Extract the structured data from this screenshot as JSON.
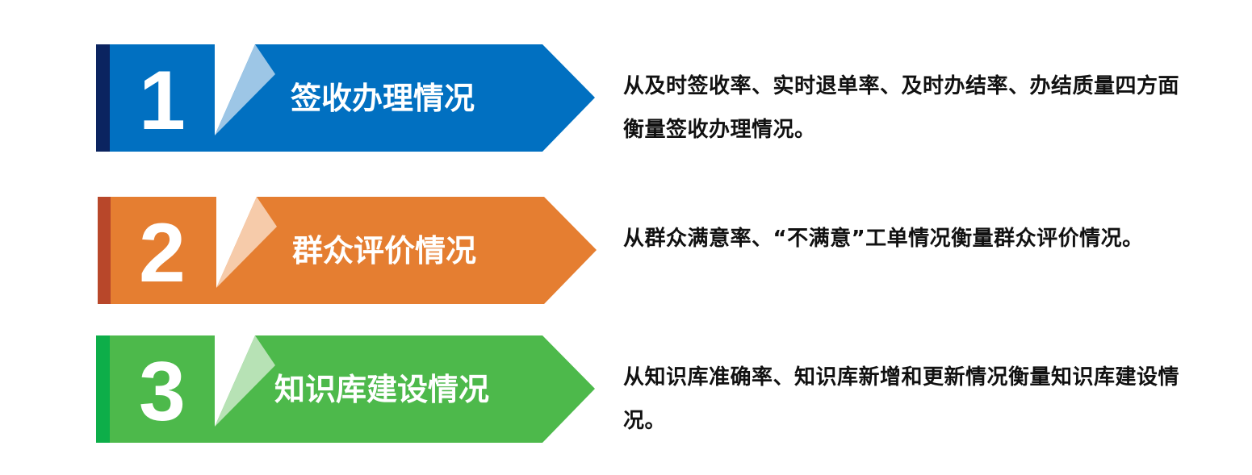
{
  "items": [
    {
      "number": "1",
      "title": "签收办理情况",
      "description": "从及时签收率、实时退单率、及时办结率、办结质量四方面衡量签收办理情况。",
      "colors": {
        "main": "#0170C1",
        "stripe": "#0B2460",
        "fold": "#9DC6E6",
        "gap": "#FFFFFF"
      }
    },
    {
      "number": "2",
      "title": "群众评价情况",
      "description": "从群众满意率、“不满意”工单情况衡量群众评价情况。",
      "colors": {
        "main": "#E57E31",
        "stripe": "#B8472A",
        "fold": "#F6CBAA",
        "gap": "#FFFFFF"
      }
    },
    {
      "number": "3",
      "title": "知识库建设情况",
      "description": "从知识库准确率、知识库新增和更新情况衡量知识库建设情况。",
      "colors": {
        "main": "#4DB94B",
        "stripe": "#0DAE49",
        "fold": "#B7E2B5",
        "gap": "#FFFFFF"
      }
    }
  ]
}
